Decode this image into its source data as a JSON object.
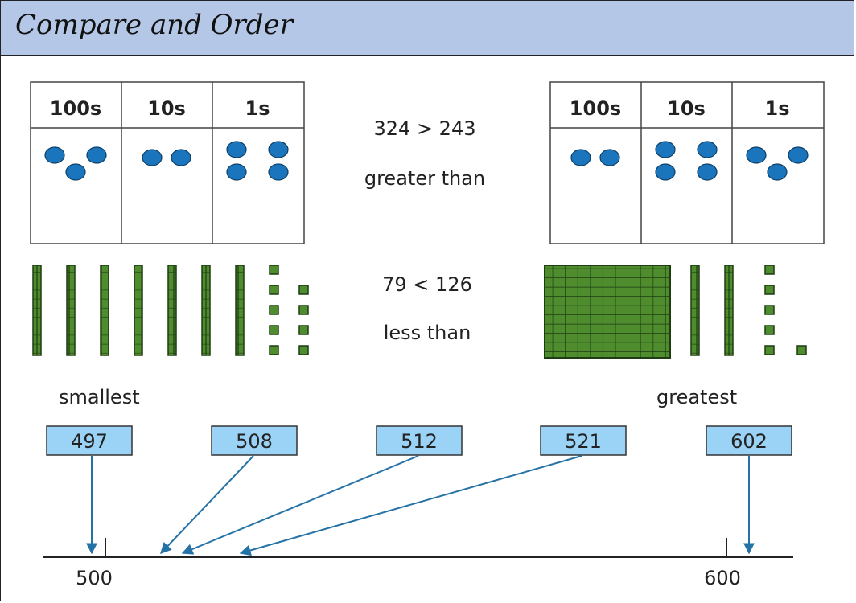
{
  "header": {
    "title": "Compare and Order"
  },
  "place_value": {
    "headers": [
      "100s",
      "10s",
      "1s"
    ],
    "left_counters": [
      3,
      2,
      4
    ],
    "right_counters": [
      2,
      4,
      3
    ]
  },
  "comparisons": {
    "greater": {
      "expression": "324 > 243",
      "words": "greater than"
    },
    "less": {
      "expression": "79 < 126",
      "words": "less than"
    }
  },
  "base_ten": {
    "left": {
      "hundreds": 0,
      "tens": 7,
      "ones": 9
    },
    "right": {
      "hundreds": 1,
      "tens": 2,
      "ones": 6
    }
  },
  "ordering": {
    "smallest_label": "smallest",
    "greatest_label": "greatest",
    "numbers": [
      "497",
      "508",
      "512",
      "521",
      "602"
    ],
    "line_labels": [
      "500",
      "600"
    ]
  },
  "colors": {
    "header_bg": "#b4c7e7",
    "counter": "#1b75bc",
    "cube_green": "#4e8c2e",
    "number_box": "#9ad3f5",
    "arrow": "#2573a6"
  }
}
